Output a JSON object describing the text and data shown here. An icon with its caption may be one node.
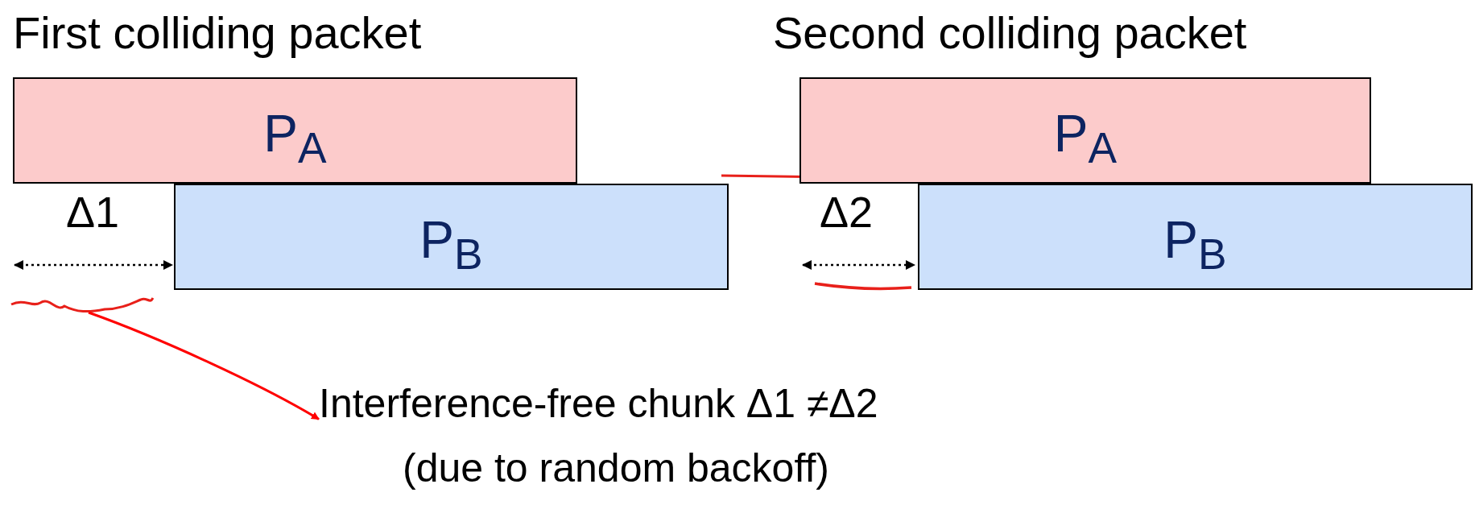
{
  "diagram": {
    "nodes": [
      {
        "text": [
          "P$_{A}$"
        ]
      },
      {
        "text": [
          "P$_{B}$"
        ]
      },
      {
        "text": [
          "P$_{A}$"
        ]
      },
      {
        "text": [
          "P$_{B}$"
        ]
      },
      {
        "text": [
          "Interference-free chunk Δ1 ≠Δ2"
        ]
      }
    ],
    "edges": [
      {
        "from": null,
        "to": 4,
        "arrow": "to",
        "color": "#ff0000"
      }
    ],
    "labels": [
      "First colliding packet",
      "Second colliding packet",
      "Δ1",
      "Δ2",
      "(due to random backoff)"
    ]
  }
}
